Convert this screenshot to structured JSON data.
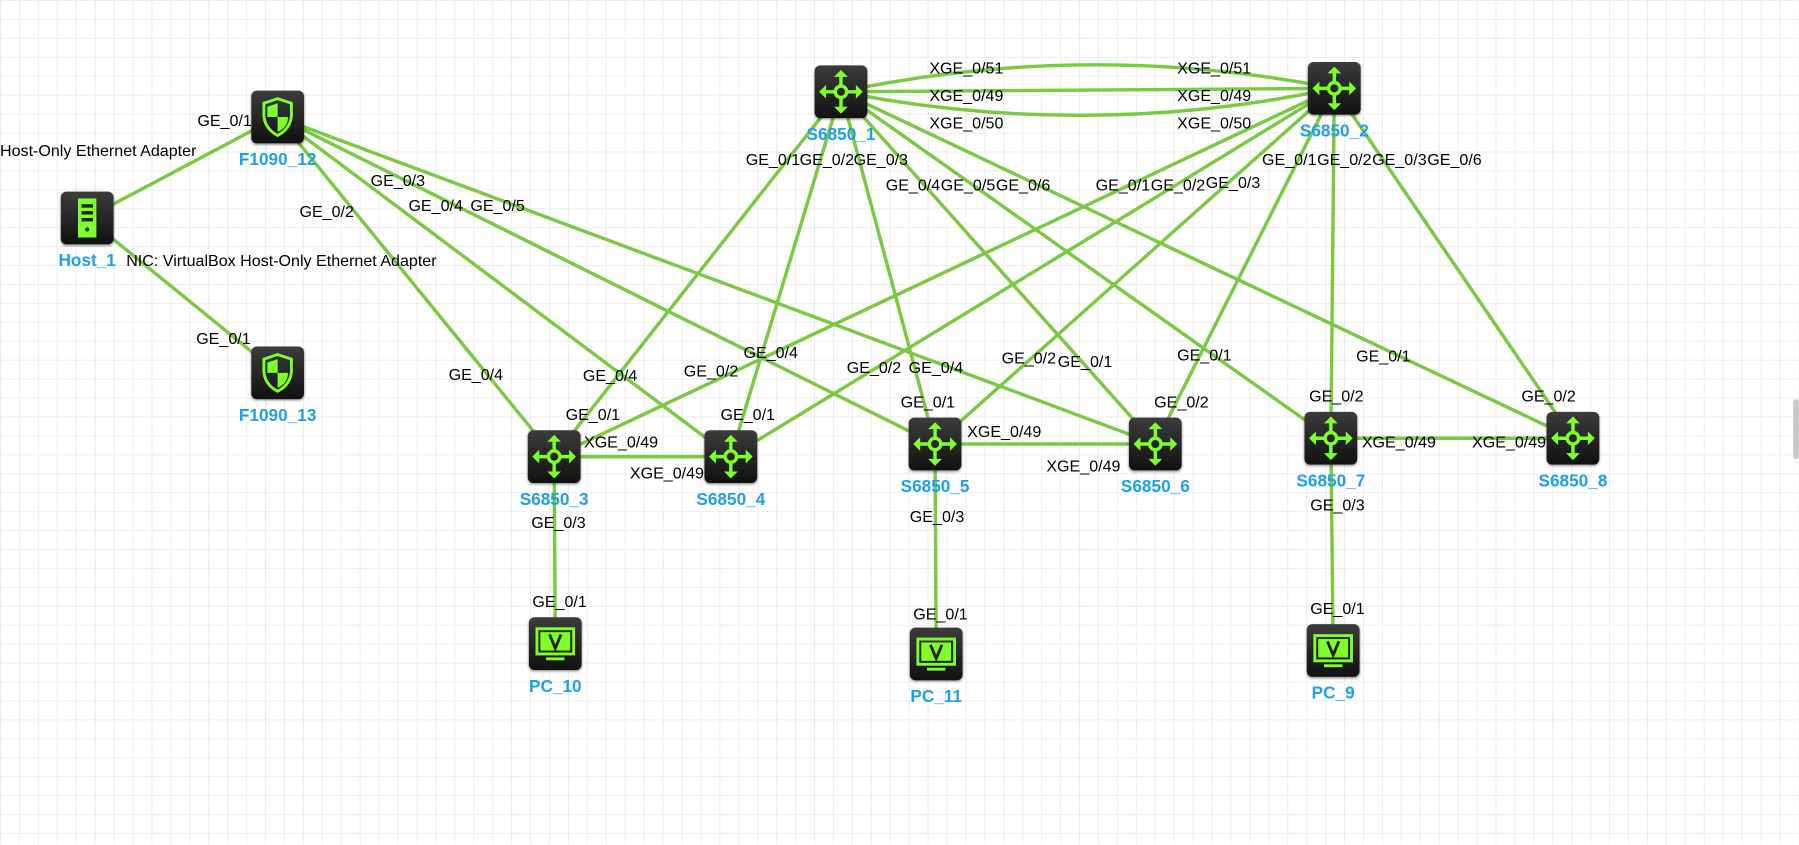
{
  "colors": {
    "link": "#7ac943",
    "node_label": "#1fa0e6",
    "icon_fg": "#7fff2a"
  },
  "nodes": [
    {
      "id": "F1090_12",
      "type": "firewall",
      "label": "F1090_12"
    },
    {
      "id": "Host_1",
      "type": "host",
      "label": "Host_1"
    },
    {
      "id": "F1090_13",
      "type": "firewall",
      "label": "F1090_13"
    },
    {
      "id": "S6850_1",
      "type": "switch",
      "label": "S6850_1"
    },
    {
      "id": "S6850_2",
      "type": "switch",
      "label": "S6850_2"
    },
    {
      "id": "S6850_3",
      "type": "switch",
      "label": "S6850_3"
    },
    {
      "id": "S6850_4",
      "type": "switch",
      "label": "S6850_4"
    },
    {
      "id": "S6850_5",
      "type": "switch",
      "label": "S6850_5"
    },
    {
      "id": "S6850_6",
      "type": "switch",
      "label": "S6850_6"
    },
    {
      "id": "S6850_7",
      "type": "switch",
      "label": "S6850_7"
    },
    {
      "id": "S6850_8",
      "type": "switch",
      "label": "S6850_8"
    },
    {
      "id": "PC_10",
      "type": "pc",
      "label": "PC_10"
    },
    {
      "id": "PC_11",
      "type": "pc",
      "label": "PC_11"
    },
    {
      "id": "PC_9",
      "type": "pc",
      "label": "PC_9"
    }
  ],
  "links": [
    {
      "from": "Host_1",
      "to": "F1090_12"
    },
    {
      "from": "Host_1",
      "to": "F1090_13"
    },
    {
      "from": "F1090_12",
      "to": "S6850_3"
    },
    {
      "from": "F1090_12",
      "to": "S6850_4"
    },
    {
      "from": "F1090_12",
      "to": "S6850_5"
    },
    {
      "from": "F1090_12",
      "to": "S6850_6"
    },
    {
      "from": "S6850_1",
      "to": "S6850_2",
      "curve": "up"
    },
    {
      "from": "S6850_1",
      "to": "S6850_2"
    },
    {
      "from": "S6850_1",
      "to": "S6850_2",
      "curve": "down"
    },
    {
      "from": "S6850_1",
      "to": "S6850_3"
    },
    {
      "from": "S6850_1",
      "to": "S6850_4"
    },
    {
      "from": "S6850_1",
      "to": "S6850_5"
    },
    {
      "from": "S6850_1",
      "to": "S6850_6"
    },
    {
      "from": "S6850_1",
      "to": "S6850_7"
    },
    {
      "from": "S6850_1",
      "to": "S6850_8"
    },
    {
      "from": "S6850_2",
      "to": "S6850_3"
    },
    {
      "from": "S6850_2",
      "to": "S6850_4"
    },
    {
      "from": "S6850_2",
      "to": "S6850_5"
    },
    {
      "from": "S6850_2",
      "to": "S6850_6"
    },
    {
      "from": "S6850_2",
      "to": "S6850_7"
    },
    {
      "from": "S6850_2",
      "to": "S6850_8"
    },
    {
      "from": "S6850_3",
      "to": "S6850_4"
    },
    {
      "from": "S6850_5",
      "to": "S6850_6"
    },
    {
      "from": "S6850_7",
      "to": "S6850_8"
    },
    {
      "from": "S6850_3",
      "to": "PC_10"
    },
    {
      "from": "S6850_5",
      "to": "PC_11"
    },
    {
      "from": "S6850_7",
      "to": "PC_9"
    }
  ],
  "port_labels": [
    "Host-Only  Ethernet Adapter",
    "GE_0/1",
    "NIC: VirtualBox Host-Only Ethernet Adapter",
    "GE_0/1",
    "GE_0/2",
    "GE_0/3",
    "GE_0/4",
    "GE_0/5",
    "GE_0/4",
    "GE_0/4",
    "GE_0/1",
    "GE_0/1",
    "GE_0/2",
    "GE_0/4",
    "GE_0/2",
    "GE_0/4",
    "GE_0/1",
    "GE_0/2",
    "GE_0/1",
    "GE_0/2",
    "GE_0/1",
    "GE_0/1",
    "GE_0/2",
    "GE_0/2",
    "XGE_0/49",
    "XGE_0/49",
    "XGE_0/49",
    "XGE_0/49",
    "XGE_0/49",
    "XGE_0/49",
    "GE_0/3",
    "GE_0/1",
    "GE_0/3",
    "GE_0/1",
    "GE_0/3",
    "GE_0/1",
    "GE_0/1",
    "GE_0/2",
    "GE_0/3",
    "GE_0/4",
    "GE_0/5",
    "GE_0/6",
    "XGE_0/51",
    "XGE_0/49",
    "XGE_0/50",
    "XGE_0/51",
    "XGE_0/49",
    "XGE_0/50",
    "GE_0/1",
    "GE_0/2",
    "GE_0/3",
    "GE_0/1",
    "GE_0/2",
    "GE_0/3",
    "GE_0/6"
  ]
}
